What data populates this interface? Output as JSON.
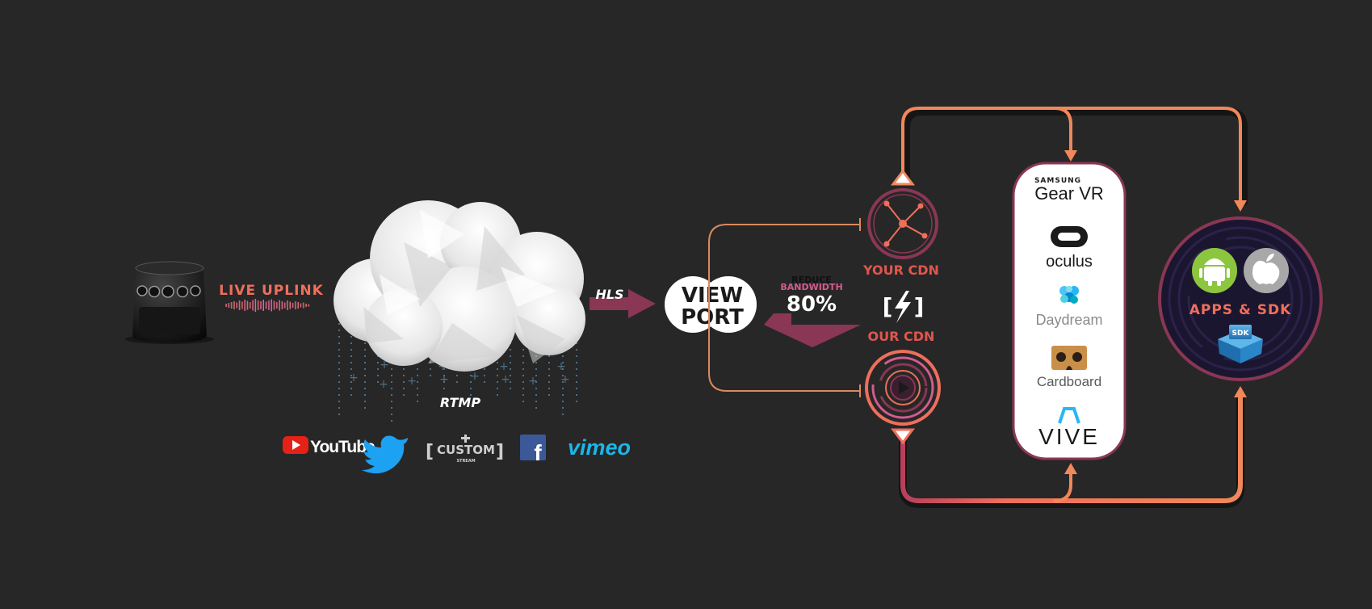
{
  "labels": {
    "live_uplink": "LIVE UPLINK",
    "hls": "HLS",
    "rtmp": "RTMP",
    "viewport_line1": "VIEW",
    "viewport_line2": "PORT",
    "reduce": "REDUCE",
    "bandwidth": "BANDWIDTH",
    "percent": "80%",
    "your_cdn": "YOUR CDN",
    "our_cdn": "OUR CDN",
    "bolt_bracket_left": "[",
    "bolt_bracket_right": "]",
    "apps_sdk": "APPS & SDK",
    "sdk_badge": "SDK"
  },
  "platforms": {
    "youtube": "YouTube",
    "custom_top": "CUSTOM",
    "custom_bottom": "STREAM",
    "facebook": "f",
    "vimeo": "vimeo"
  },
  "devices": {
    "gear_small": "SAMSUNG",
    "gear_big": "Gear VR",
    "oculus": "oculus",
    "daydream": "Daydream",
    "cardboard": "Cardboard",
    "vive": "VIVE"
  },
  "colors": {
    "background": "#272727",
    "accent_orange": "#f0885a",
    "accent_salmon": "#ee6f5c",
    "accent_red": "#e0564f",
    "magenta": "#8a3655",
    "pink_text": "#d35c8e",
    "twitter_blue": "#1da1f2",
    "vimeo_blue": "#1ab7ea",
    "android_green": "#8cc63f",
    "facebook_blue": "#3b5998"
  }
}
